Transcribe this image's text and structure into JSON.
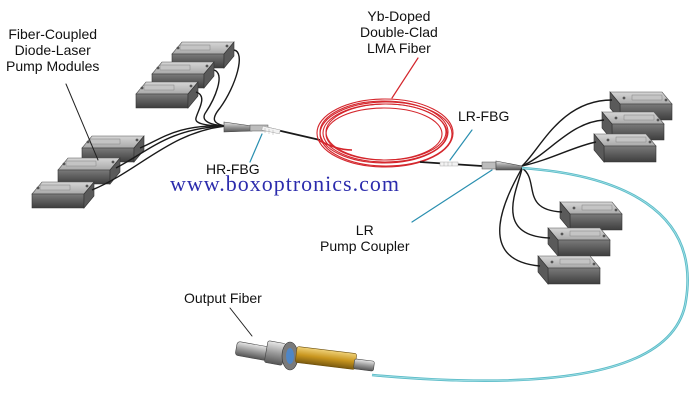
{
  "labels": {
    "pump_modules": [
      "Fiber-Coupled",
      "Diode-Laser",
      "Pump Modules"
    ],
    "yb_fiber": [
      "Yb-Doped",
      "Double-Clad",
      "LMA Fiber"
    ],
    "lr_fbg": "LR-FBG",
    "hr_fbg": "HR-FBG",
    "lr_pump_coupler": [
      "LR",
      "Pump Coupler"
    ],
    "output_fiber": "Output Fiber"
  },
  "watermark": "www.boxoptronics.com",
  "colors": {
    "gain_fiber": "#d4262c",
    "output_fiber": "#5bbcc8",
    "leader_line": "#2a8fb0",
    "module_body": "#9a9a9a",
    "watermark": "#1a1aa6"
  },
  "components": {
    "left_pump_modules": 6,
    "right_pump_modules": 6,
    "icons": [
      "diode-laser-module-icon",
      "fiber-coupler-icon",
      "fbg-icon",
      "fiber-connector-icon",
      "fiber-coil-icon"
    ]
  }
}
